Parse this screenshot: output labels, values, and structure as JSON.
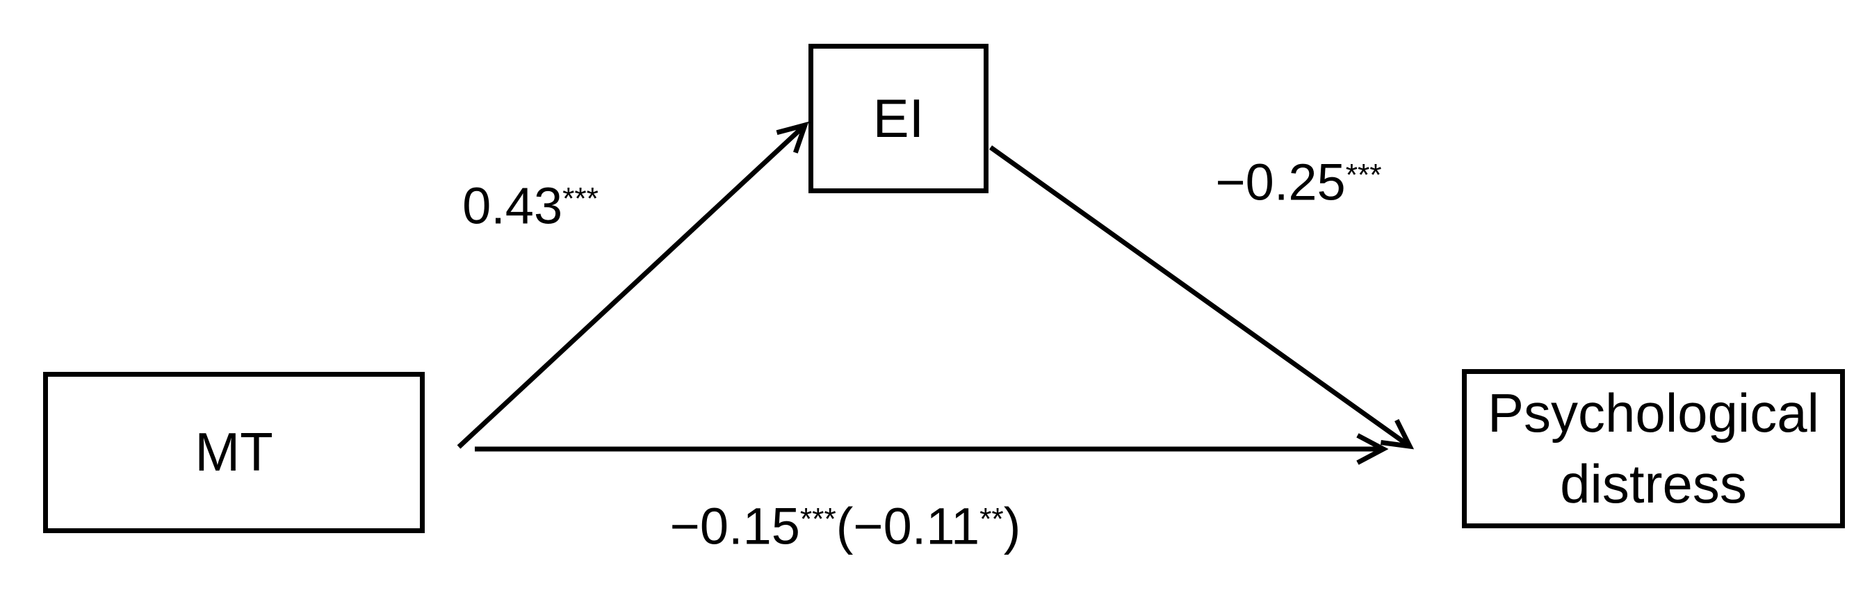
{
  "colors": {
    "background": "#ffffff",
    "line": "#000000",
    "text": "#000000"
  },
  "nodes": {
    "mt": {
      "label": "MT"
    },
    "ei": {
      "label": "EI"
    },
    "pd": {
      "label": "Psychological distress",
      "line1": "Psychological",
      "line2": "distress"
    }
  },
  "edges": {
    "mt_to_ei": {
      "from": "MT",
      "to": "EI",
      "coefficient": "0.43",
      "sig": "***"
    },
    "ei_to_pd": {
      "from": "EI",
      "to": "Psychological distress",
      "coefficient": "−0.25",
      "sig": "***"
    },
    "mt_to_pd": {
      "from": "MT",
      "to": "Psychological distress",
      "direct": "−0.15",
      "direct_sig": "***",
      "open": "(",
      "indirect": "−0.11",
      "indirect_sig": "**",
      "close": ")"
    }
  }
}
